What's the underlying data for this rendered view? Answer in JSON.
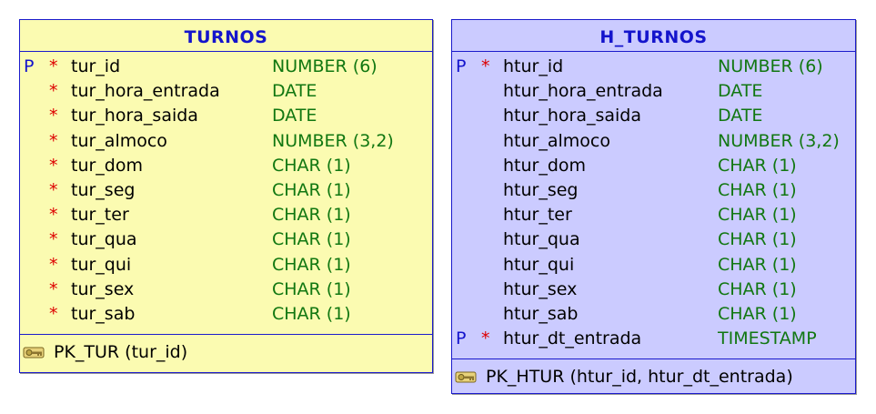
{
  "tables": [
    {
      "name": "TURNOS",
      "columns": [
        {
          "pk": "P",
          "req": "*",
          "name": "tur_id",
          "type": "NUMBER (6)"
        },
        {
          "pk": "",
          "req": "*",
          "name": "tur_hora_entrada",
          "type": "DATE"
        },
        {
          "pk": "",
          "req": "*",
          "name": "tur_hora_saida",
          "type": "DATE"
        },
        {
          "pk": "",
          "req": "*",
          "name": "tur_almoco",
          "type": "NUMBER (3,2)"
        },
        {
          "pk": "",
          "req": "*",
          "name": "tur_dom",
          "type": "CHAR (1)"
        },
        {
          "pk": "",
          "req": "*",
          "name": "tur_seg",
          "type": "CHAR (1)"
        },
        {
          "pk": "",
          "req": "*",
          "name": "tur_ter",
          "type": "CHAR (1)"
        },
        {
          "pk": "",
          "req": "*",
          "name": "tur_qua",
          "type": "CHAR (1)"
        },
        {
          "pk": "",
          "req": "*",
          "name": "tur_qui",
          "type": "CHAR (1)"
        },
        {
          "pk": "",
          "req": "*",
          "name": "tur_sex",
          "type": "CHAR (1)"
        },
        {
          "pk": "",
          "req": "*",
          "name": "tur_sab",
          "type": "CHAR (1)"
        }
      ],
      "key": "PK_TUR (tur_id)",
      "fill": "#fbfbb1"
    },
    {
      "name": "H_TURNOS",
      "columns": [
        {
          "pk": "P",
          "req": "*",
          "name": "htur_id",
          "type": "NUMBER (6)"
        },
        {
          "pk": "",
          "req": "",
          "name": "htur_hora_entrada",
          "type": "DATE"
        },
        {
          "pk": "",
          "req": "",
          "name": "htur_hora_saida",
          "type": "DATE"
        },
        {
          "pk": "",
          "req": "",
          "name": "htur_almoco",
          "type": "NUMBER (3,2)"
        },
        {
          "pk": "",
          "req": "",
          "name": "htur_dom",
          "type": "CHAR (1)"
        },
        {
          "pk": "",
          "req": "",
          "name": "htur_seg",
          "type": "CHAR (1)"
        },
        {
          "pk": "",
          "req": "",
          "name": "htur_ter",
          "type": "CHAR (1)"
        },
        {
          "pk": "",
          "req": "",
          "name": "htur_qua",
          "type": "CHAR (1)"
        },
        {
          "pk": "",
          "req": "",
          "name": "htur_qui",
          "type": "CHAR (1)"
        },
        {
          "pk": "",
          "req": "",
          "name": "htur_sex",
          "type": "CHAR (1)"
        },
        {
          "pk": "",
          "req": "",
          "name": "htur_sab",
          "type": "CHAR (1)"
        },
        {
          "pk": "P",
          "req": "*",
          "name": "htur_dt_entrada",
          "type": "TIMESTAMP"
        }
      ],
      "key": "PK_HTUR (htur_id, htur_dt_entrada)",
      "fill": "#cbcbff"
    }
  ],
  "colors": {
    "border": "#1a1acc",
    "title": "#1414cc",
    "pk_marker": "#1414cc",
    "required_marker": "#dd0000",
    "type_text": "#117711"
  },
  "icons": {
    "key": "key-icon"
  }
}
